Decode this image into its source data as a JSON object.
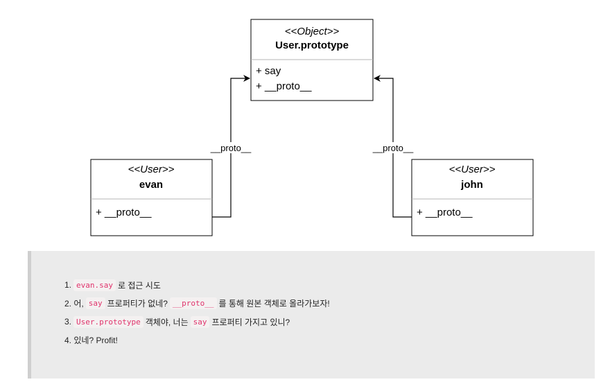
{
  "diagram": {
    "prototype_box": {
      "stereotype": "<<Object>>",
      "name": "User.prototype",
      "attrs": [
        "+ say",
        "+ __proto__"
      ]
    },
    "evan_box": {
      "stereotype": "<<User>>",
      "name": "evan",
      "attrs": [
        "+ __proto__"
      ]
    },
    "john_box": {
      "stereotype": "<<User>>",
      "name": "john",
      "attrs": [
        "+ __proto__"
      ]
    },
    "edge_labels": {
      "left": "__proto__",
      "right": "__proto__"
    },
    "colors": {
      "stroke": "#000000",
      "divider": "#b5b5b5"
    }
  },
  "notes": [
    {
      "index": "1.",
      "code": "evan.say",
      "text": "로 접근 시도"
    },
    {
      "index": "2.",
      "pre": "어,",
      "code1": "say",
      "mid": "프로퍼티가 없네?",
      "code2": "__proto__",
      "post": "를 통해 원본 객체로 올라가보자!"
    },
    {
      "index": "3.",
      "code1": "User.prototype",
      "mid": "객체야, 너는",
      "code2": "say",
      "post": "프로퍼티 가지고 있니?"
    },
    {
      "index": "4.",
      "text": "있네? Profit!"
    }
  ],
  "colors": {
    "panel_bg": "#ebebeb",
    "panel_bar": "#cfcfcf",
    "code_text": "#e0336c"
  }
}
